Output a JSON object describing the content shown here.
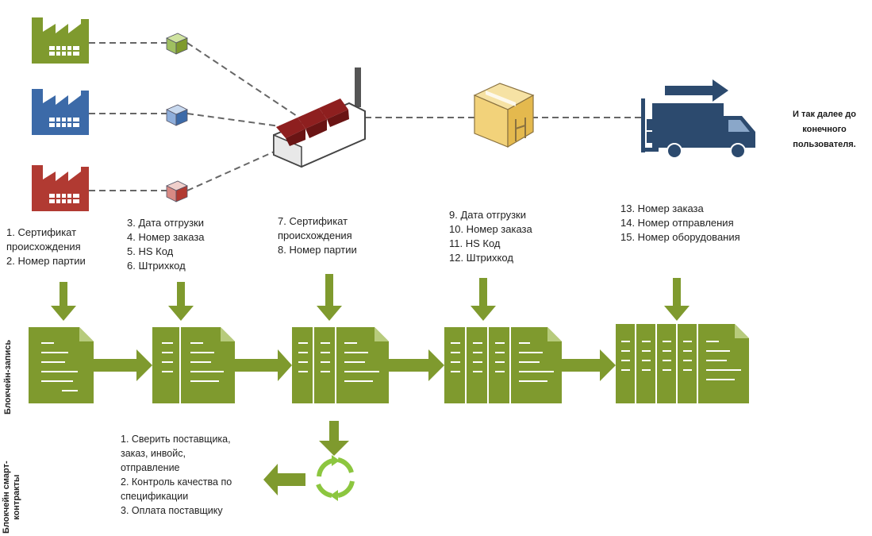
{
  "colors": {
    "green": "#7f9a2e",
    "green_dark": "#5f7a1c",
    "factory_blue": "#3c6aa8",
    "factory_red": "#b13a32",
    "truck": "#2c4a6e",
    "roof_red": "#8e1f1f",
    "box_yellow": "#f2d27a",
    "line_gray": "#666666"
  },
  "icons": {
    "supplier_factories": [
      "factory-green-icon",
      "factory-blue-icon",
      "factory-red-icon"
    ],
    "small_boxes": [
      "small-box-green-icon",
      "small-box-blue-icon",
      "small-box-red-icon"
    ],
    "main_factory": "manufacturer-factory-icon",
    "shipment_box": "shipment-box-icon",
    "truck": "delivery-truck-icon",
    "cycle": "smart-contract-cycle-icon"
  },
  "end_text": [
    "И так далее до",
    "конечного",
    "пользователя."
  ],
  "stages": [
    [
      "1. Сертификат",
      "происхождения",
      "2. Номер партии"
    ],
    [
      "3. Дата отгрузки",
      "4. Номер заказа",
      "5. HS Код",
      "6. Штрихкод"
    ],
    [
      "7. Сертификат",
      "происхождения",
      "8. Номер партии"
    ],
    [
      "9. Дата отгрузки",
      "10. Номер заказа",
      "11. HS Код",
      "12. Штрихкод"
    ],
    [
      "13. Номер заказа",
      "14. Номер отправления",
      "15. Номер оборудования"
    ]
  ],
  "row_labels": {
    "blockchain_record": "Блокчейн-запись",
    "smart_contracts": [
      "Блокчейн смарт-",
      "контракты"
    ]
  },
  "smart_contract_steps": [
    "1. Сверить поставщика,",
    "заказ, инвойс,",
    "отправление",
    "2. Контроль качества по",
    "спецификации",
    "3. Оплата поставщику"
  ]
}
